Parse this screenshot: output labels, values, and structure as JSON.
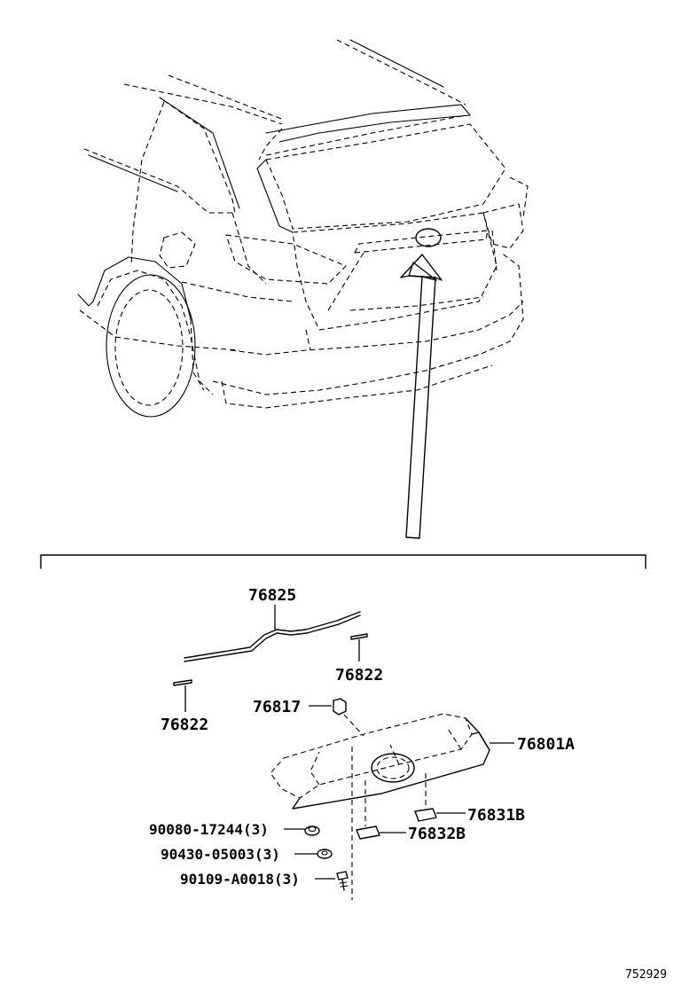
{
  "diagram_id": "752929",
  "parts": {
    "molding_label": "76825",
    "clip_top_label": "76822",
    "clip_left_label": "76822",
    "nut_label": "76817",
    "garnish_label": "76801A",
    "emblem_b_label": "76831B",
    "emblem_c_label": "76832B",
    "fastener_1_label": "90080-17244(3)",
    "fastener_2_label": "90430-05003(3)",
    "fastener_3_label": "90109-A0018(3)"
  }
}
